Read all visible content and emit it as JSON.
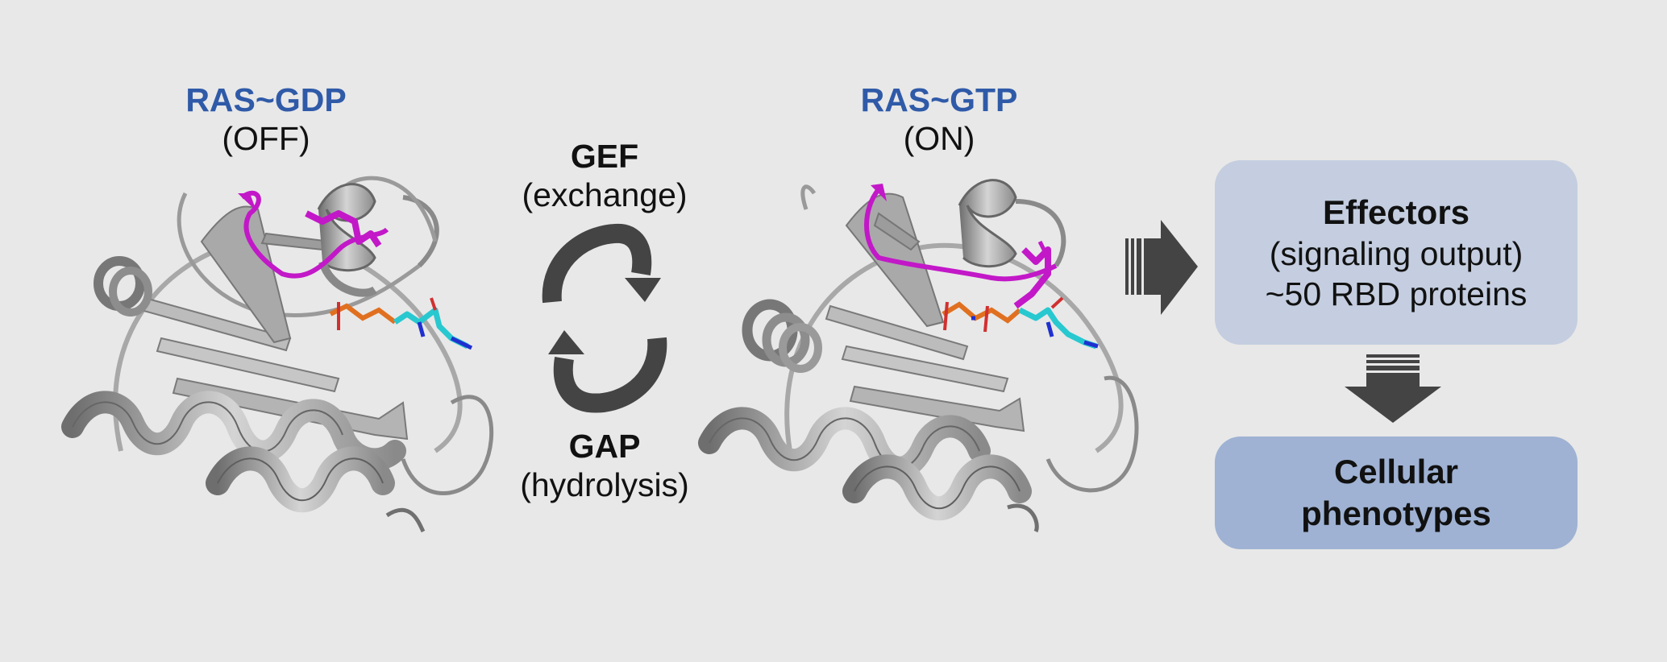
{
  "off_state": {
    "title": "RAS~GDP",
    "state": "(OFF)"
  },
  "on_state": {
    "title": "RAS~GTP",
    "state": "(ON)"
  },
  "gef": {
    "name": "GEF",
    "desc": "(exchange)"
  },
  "gap": {
    "name": "GAP",
    "desc": "(hydrolysis)"
  },
  "effectors_box": {
    "title": "Effectors",
    "line1": "(signaling output)",
    "line2": "~50 RBD proteins"
  },
  "phenotypes_box": {
    "line1": "Cellular",
    "line2": "phenotypes"
  },
  "colors": {
    "background": "#e8e8e8",
    "title_blue": "#2f5aa8",
    "effectors_box": "#c4cee0",
    "phenotypes_box": "#9fb2d3",
    "protein_gray": "#9a9a9a",
    "switch_magenta": "#c218c8",
    "nucleotide_cyan": "#28c8d0",
    "phosphate_orange": "#e07020",
    "arrow_dark": "#444444"
  }
}
